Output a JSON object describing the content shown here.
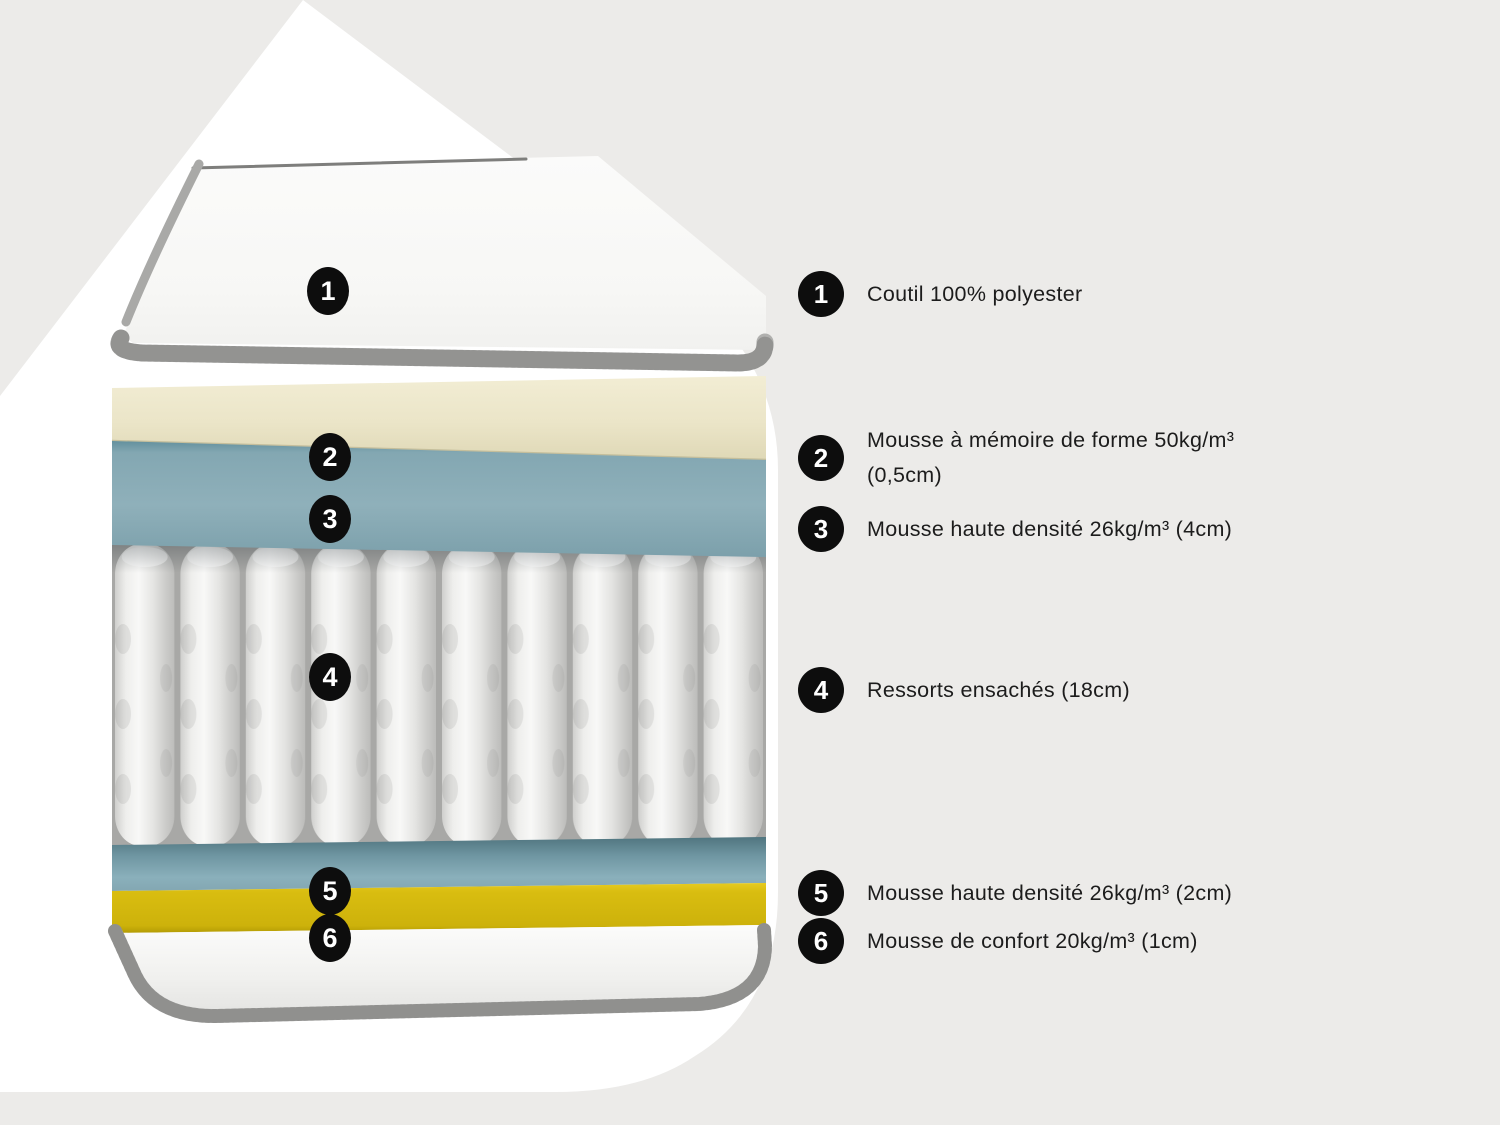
{
  "colors": {
    "page_bg": "#ECEBE9",
    "shape_bg": "#FFFFFF",
    "badge_bg": "#0D0D0D",
    "badge_text": "#FFFFFF",
    "label_text": "#1C1C1C",
    "cover_piping": "#ABABA9",
    "memory_foam_cream": "#EBE5C8",
    "foam_teal": "#8AACB7",
    "comfort_yellow": "#D5B90F",
    "spring_fabric": "#E8E8E6"
  },
  "legend": {
    "rows": [
      {
        "num": "1",
        "line1": "Coutil 100% polyester",
        "line2": ""
      },
      {
        "num": "2",
        "line1": "Mousse à mémoire de forme 50kg/m³",
        "line2": "(0,5cm)"
      },
      {
        "num": "3",
        "line1": "Mousse haute densité 26kg/m³ (4cm)",
        "line2": ""
      },
      {
        "num": "4",
        "line1": "Ressorts ensachés (18cm)",
        "line2": ""
      },
      {
        "num": "5",
        "line1": "Mousse haute densité 26kg/m³ (2cm)",
        "line2": ""
      },
      {
        "num": "6",
        "line1": "Mousse de confort 20kg/m³ (1cm)",
        "line2": ""
      }
    ]
  }
}
